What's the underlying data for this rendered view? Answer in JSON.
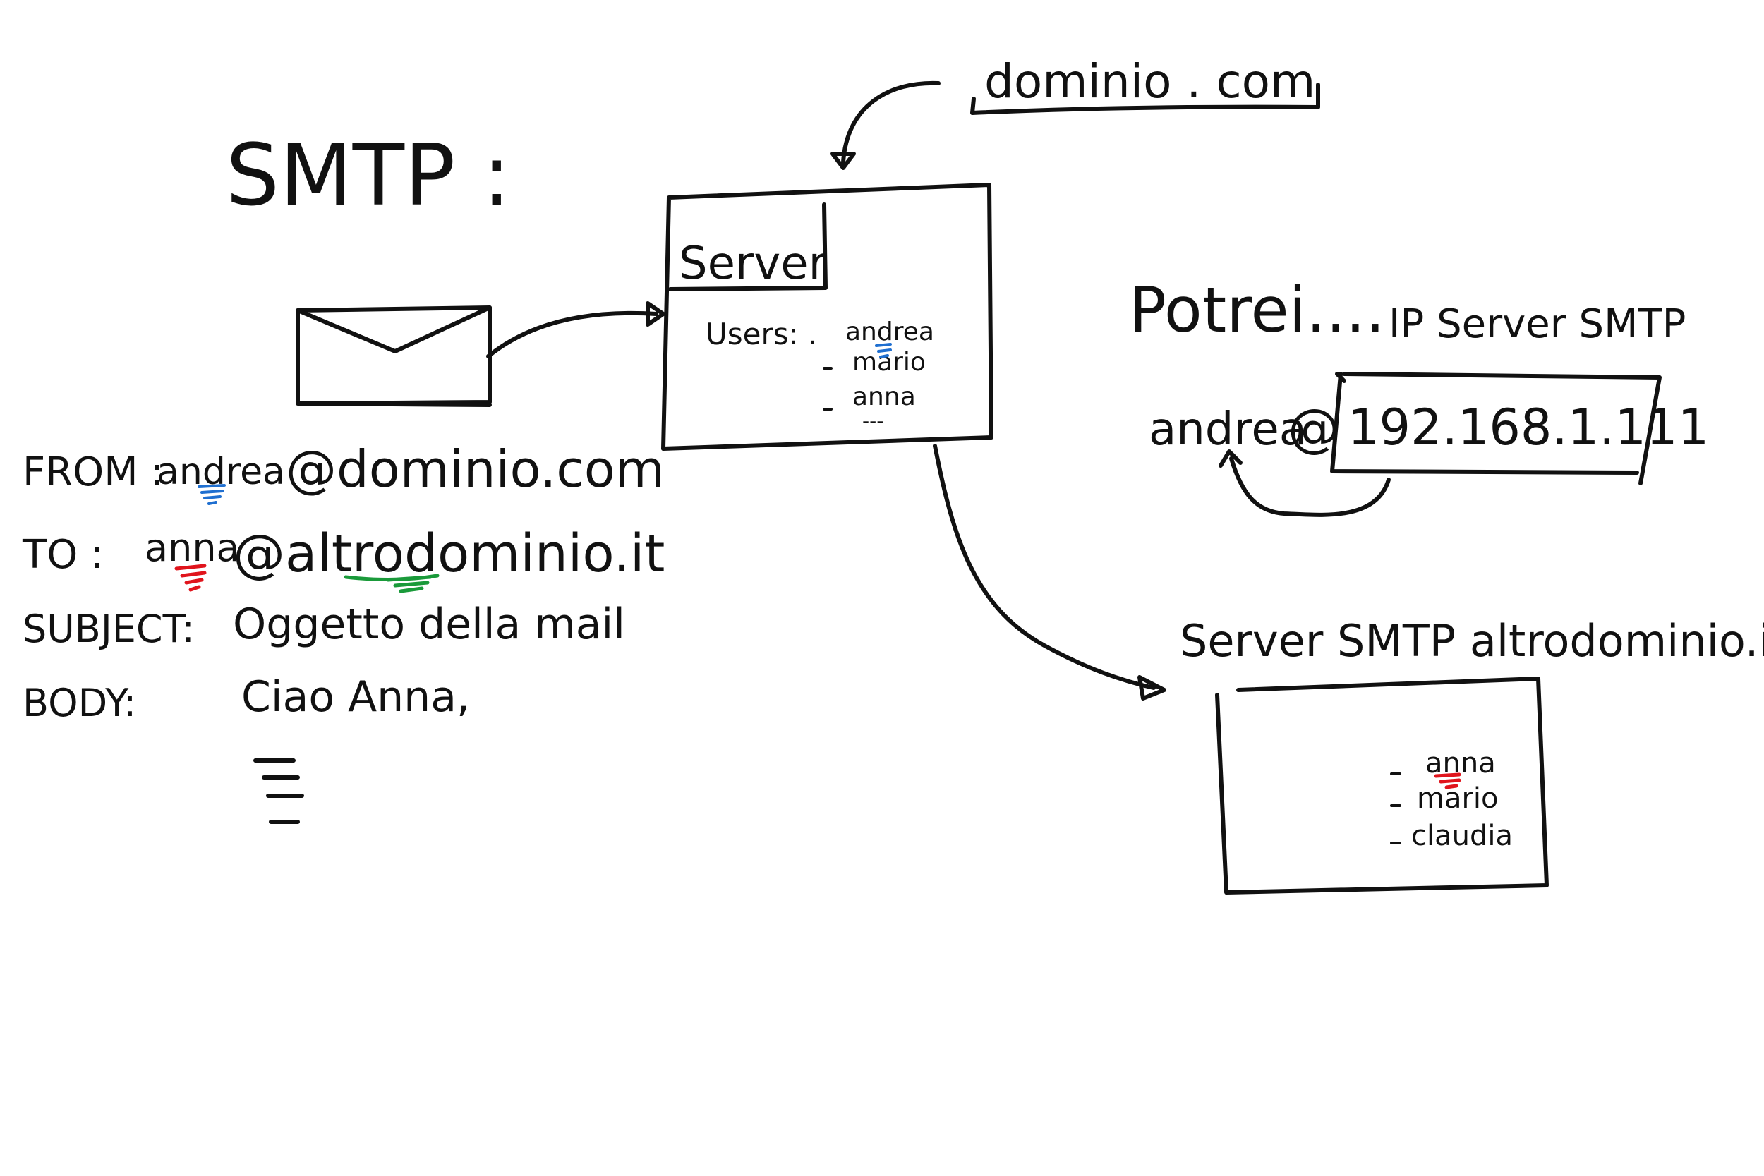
{
  "title": "SMTP :",
  "domain_label": "dominio . com",
  "server_label": "Server",
  "server_users_label": "Users: .",
  "server_users": [
    "andrea",
    "mario",
    "anna"
  ],
  "server_users_more": "---",
  "email": {
    "from_label": "FROM :",
    "from_user": "andrea",
    "from_domain": "@dominio.com",
    "to_label": "TO :",
    "to_user": "anna",
    "to_domain": "@altrodominio.it",
    "subject_label": "SUBJECT:",
    "subject_value": "Oggetto della mail",
    "body_label": "BODY:",
    "body_value": "Ciao Anna,"
  },
  "potrei": {
    "label": "Potrei....",
    "ip_label": "IP Server SMTP",
    "address_user": "andrea",
    "address_at": "@",
    "address_ip": "192.168.1.111"
  },
  "remote_server_label": "Server SMTP altrodominio.it",
  "remote_users": [
    "anna",
    "mario",
    "claudia"
  ],
  "colors": {
    "ink": "#111111",
    "from_marker": "#1f6fd0",
    "to_marker": "#e0141c",
    "domain_marker": "#1a9a3a"
  }
}
